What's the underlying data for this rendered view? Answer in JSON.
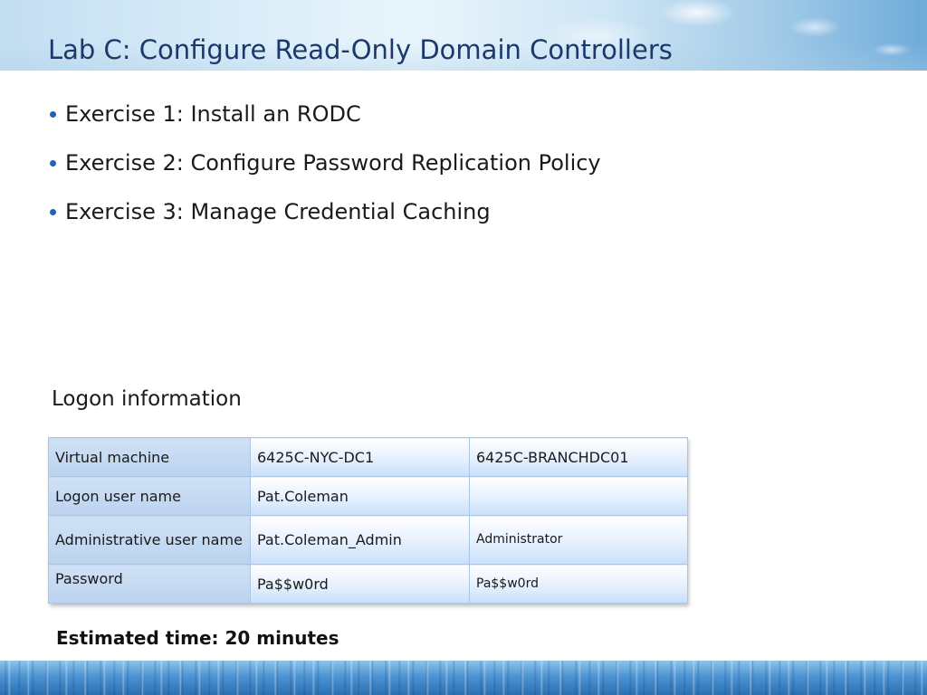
{
  "slide": {
    "title": "Lab C: Configure Read-Only Domain Controllers",
    "bullets": [
      "Exercise 1: Install an RODC",
      "Exercise 2: Configure Password Replication Policy",
      "Exercise 3: Manage Credential Caching"
    ],
    "logon_heading": "Logon information",
    "table": {
      "rows": [
        [
          "Virtual machine",
          "6425C-NYC-DC1",
          "6425C-BRANCHDC01"
        ],
        [
          "Logon user name",
          "Pat.Coleman",
          ""
        ],
        [
          "Administrative user name",
          "Pat.Coleman_Admin",
          "Administrator"
        ],
        [
          "Password",
          "Pa$$w0rd",
          "Pa$$w0rd"
        ]
      ]
    },
    "estimated_time": "Estimated time: 20 minutes"
  },
  "colors": {
    "title": "#1b3a6b",
    "bullet": "#1e63b6",
    "table_label_bg": "#c3d8f1",
    "table_cell_bg": "#e5f0fd",
    "table_border": "#a9c6e4"
  }
}
